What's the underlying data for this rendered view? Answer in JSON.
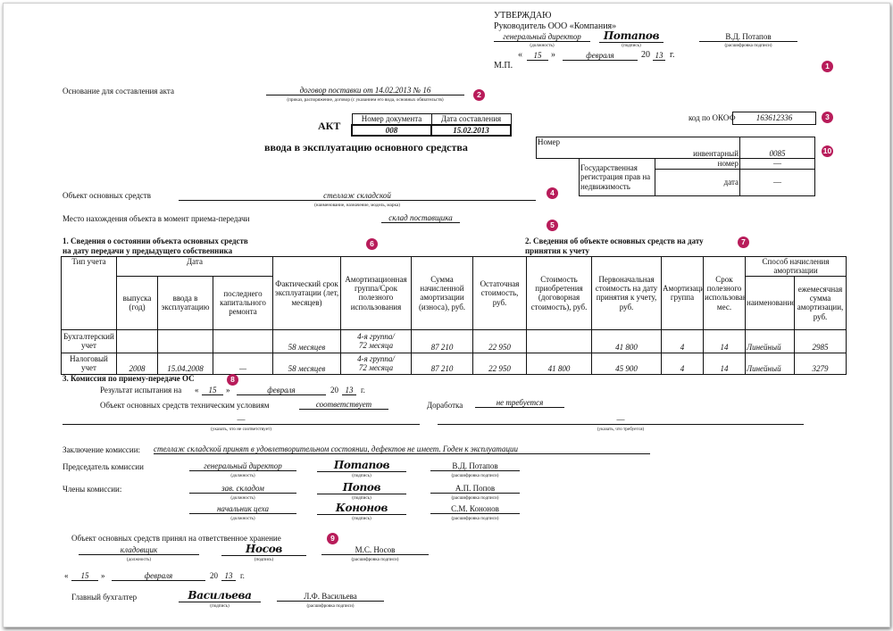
{
  "colors": {
    "marker": "#b81c5a",
    "text": "#111111"
  },
  "approve": {
    "title": "УТВЕРЖДАЮ",
    "head_line": "Руководитель ООО «Компания»",
    "position": "генеральный директор",
    "signature": "Потапов",
    "name": "В.Д. Потапов",
    "cap_position": "(должность)",
    "cap_signature": "(подпись)",
    "cap_name": "(расшифровка подписи)",
    "quote_open": "«",
    "day": "15",
    "quote_close": "»",
    "month": "февраля",
    "year_prefix": "20",
    "year_suffix": "13",
    "year_unit": "г.",
    "mp": "М.П."
  },
  "basis": {
    "label": "Основание для составления акта",
    "value": "договор поставки от 14.02.2013 № 16",
    "caption": "(приказ, распоряжение, договор (с указанием его вида, основных обязательств)"
  },
  "header": {
    "akt": "АКТ",
    "doc_number_label": "Номер документа",
    "doc_date_label": "Дата составления",
    "doc_number": "008",
    "doc_date": "15.02.2013",
    "subtitle": "ввода в эксплуатацию основного средства",
    "okof_label": "код по ОКОФ",
    "okof_value": "163612336"
  },
  "side_box": {
    "number_label": "Номер",
    "inventory_label": "инвентарный",
    "inventory_value": "0085",
    "registration_label": "Государственная регистрация прав на недвижимость",
    "reg_number_label": "номер",
    "reg_number_value": "—",
    "reg_date_label": "дата",
    "reg_date_value": "—"
  },
  "object": {
    "label": "Объект основных средств",
    "value": "стеллаж складской",
    "caption": "(наименование, назначение, модель, марка)",
    "location_label": "Место нахождения объекта в момент приема-передачи",
    "location_value": "склад поставщика"
  },
  "section1": {
    "title_line1": "1. Сведения о состоянии объекта основных средств",
    "title_line2": "на дату передачи у предыдущего собственника"
  },
  "section2": {
    "title_line1": "2. Сведения об объекте основных средств на дату",
    "title_line2": "принятия к учету"
  },
  "table": {
    "h_type": "Тип учета",
    "h_date": "Дата",
    "h_release": "выпуска (год)",
    "h_commission": "ввода в эксплуатацию",
    "h_last_repair": "последнего капитального ремонта",
    "h_actual_term": "Фактический срок эксплуатации (лет, месяцев)",
    "h_amort_group": "Амортизационная группа/Срок полезного использования",
    "h_accrued": "Сумма начисленной амортизации (износа), руб.",
    "h_residual": "Остаточная стоимость, руб.",
    "h_acq_cost": "Стоимость приобретения (договорная стоимость), руб.",
    "h_initial_cost": "Первоначальная стоимость на дату принятия к учету, руб.",
    "h_group": "Амортизационная группа",
    "h_useful_term": "Срок полезного использования, мес.",
    "h_method": "Способ начисления амортизации",
    "h_method_name": "наименование",
    "h_monthly": "ежемесячная сумма амортизации, руб.",
    "rows": [
      {
        "type": "Бухгалтерский учет",
        "release": "",
        "commission": "",
        "last_repair": "",
        "actual_term": "58 месяцев",
        "amort_group_line1": "4-я группа/",
        "amort_group_line2": "72 месяца",
        "accrued": "87 210",
        "residual": "22 950",
        "acq_cost": "",
        "initial_cost": "41 800",
        "group": "4",
        "useful_term": "14",
        "method": "Линейный",
        "monthly": "2985"
      },
      {
        "type": "Налоговый учет",
        "release": "2008",
        "commission": "15.04.2008",
        "last_repair": "—",
        "actual_term": "58 месяцев",
        "amort_group_line1": "4-я группа/",
        "amort_group_line2": "72 месяца",
        "accrued": "87 210",
        "residual": "22 950",
        "acq_cost": "41 800",
        "initial_cost": "45 900",
        "group": "4",
        "useful_term": "14",
        "method": "Линейный",
        "monthly": "3279"
      }
    ]
  },
  "section3": {
    "title": "3. Комиссия по приему-передаче ОС",
    "test_label": "Результат испытания на",
    "quote_open": "«",
    "day": "15",
    "quote_close": "»",
    "month": "февраля",
    "year_prefix": "20",
    "year_suffix": "13",
    "year_unit": "г.",
    "conditions_label": "Объект основных средств техническим условиям",
    "conditions_value": "соответствует",
    "conditions_line_value": "—",
    "conditions_caption": "(указать, что не соответствует)",
    "rework_label": "Доработка",
    "rework_value": "не требуется",
    "rework_line_value": "—",
    "rework_caption": "(указать, что требуется)",
    "conclusion_label": "Заключение комиссии:",
    "conclusion_value": "стеллаж складской принят в удовлетворительном состоянии, дефектов не имеет. Годен к эксплуатации"
  },
  "commission": {
    "chair_label": "Председатель комиссии",
    "members_label": "Члены комиссии:",
    "cap_position": "(должность)",
    "cap_signature": "(подпись)",
    "cap_name": "(расшифровка подписи)",
    "chair": {
      "position": "генеральный директор",
      "signature": "Потапов",
      "name": "В.Д. Потапов"
    },
    "member1": {
      "position": "зав. складом",
      "signature": "Попов",
      "name": "А.П. Попов"
    },
    "member2": {
      "position": "начальник цеха",
      "signature": "Кононов",
      "name": "С.М. Кононов"
    }
  },
  "custody": {
    "label": "Объект основных средств принял на ответственное хранение",
    "position": "кладовщик",
    "signature": "Носов",
    "name": "М.С. Носов",
    "cap_position": "(должность)",
    "cap_signature": "(подпись)",
    "cap_name": "(расшифровка подписи)",
    "quote_open": "«",
    "day": "15",
    "quote_close": "»",
    "month": "февраля",
    "year_prefix": "20",
    "year_suffix": "13",
    "year_unit": "г."
  },
  "accountant": {
    "label": "Главный бухгалтер",
    "signature": "Васильева",
    "name": "Л.Ф. Васильева",
    "cap_signature": "(подпись)",
    "cap_name": "(расшифровка подписи)"
  },
  "markers": [
    "1",
    "2",
    "3",
    "4",
    "5",
    "6",
    "7",
    "8",
    "9",
    "10"
  ]
}
